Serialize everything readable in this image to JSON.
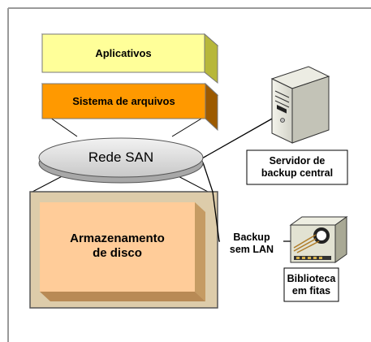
{
  "layers": {
    "applications": "Aplicativos",
    "file_system": "Sistema de arquivos",
    "san_network": "Rede SAN",
    "disk_storage": "Armazenamento\nde disco"
  },
  "devices": {
    "backup_server": "Servidor de\nbackup central",
    "tape_library": "Biblioteca\nem fitas"
  },
  "connections": {
    "lan_free_backup": "Backup\nsem LAN"
  },
  "colors": {
    "applications_fill": "#ffff99",
    "file_system_fill": "#ff9900",
    "disk_fill": "#ffcc99",
    "disk_frame": "#ddccaa",
    "san_fill": "#d9d9d9"
  }
}
